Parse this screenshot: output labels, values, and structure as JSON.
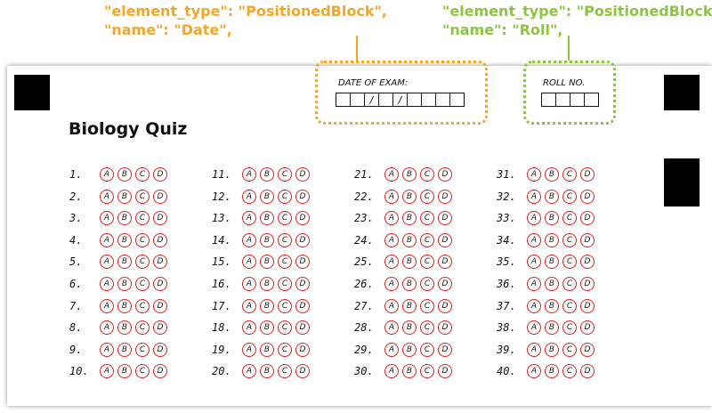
{
  "callouts": [
    {
      "id": "date",
      "line1": "\"element_type\": \"PositionedBlock\",",
      "line2": "\"name\": \"Date\",",
      "color": "#f5a623"
    },
    {
      "id": "roll",
      "line1": "\"element_type\": \"PositionedBlock\",",
      "line2": "\"name\": \"Roll\",",
      "color": "#8cc63f"
    }
  ],
  "sheet": {
    "title": "Biology Quiz",
    "date_field": {
      "label": "DATE OF EXAM:",
      "cells": [
        "",
        "",
        "/",
        "",
        "/",
        "",
        "",
        "",
        ""
      ]
    },
    "roll_field": {
      "label": "ROLL NO.",
      "cells": [
        "",
        "",
        "",
        ""
      ]
    },
    "options": [
      "A",
      "B",
      "C",
      "D"
    ],
    "question_count": 40,
    "questions_per_column": 10,
    "bubble_color": "#e02020"
  }
}
